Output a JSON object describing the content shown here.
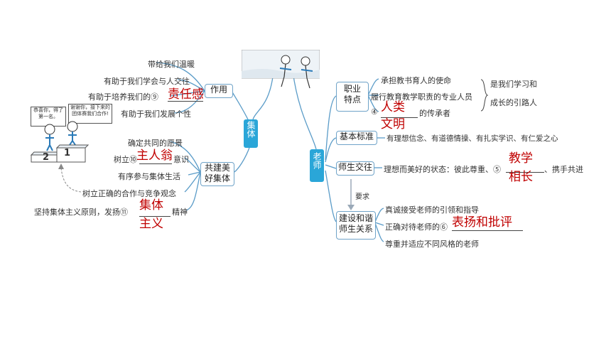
{
  "center_left": {
    "label": "集体"
  },
  "center_right": {
    "label": "老师"
  },
  "left": {
    "role": {
      "title": "作用",
      "items": [
        "带给我们温暖",
        "有助于我们学会与人交往",
        "有助于培养我们的⑨",
        "有助于我们发展个性"
      ],
      "answer9": "责任感"
    },
    "build": {
      "title_line1": "共建美",
      "title_line2": "好集体",
      "items": [
        "确定共同的愿景",
        "树立⑩",
        "意识",
        "有序参与集体生活",
        "树立正确的合作与竞争观念",
        "坚持集体主义原则，发扬⑪",
        "精神"
      ],
      "answer10": "主人翁",
      "answer11_line1": "集体",
      "answer11_line2": "主义"
    },
    "illustration": {
      "bubble_left": "恭喜你，得了第一名。",
      "bubble_right": "谢谢你，接下来的团体赛我们合作!",
      "podium_2": "2",
      "podium_1": "1"
    }
  },
  "right": {
    "career": {
      "title_line1": "职业",
      "title_line2": "特点",
      "items": [
        "承担教书育人的使命",
        "履行教育教学职责的专业人员",
        "④",
        "的传承者"
      ],
      "side_line1": "是我们学习和",
      "side_line2": "成长的引路人",
      "answer4_line1": "人类",
      "answer4_line2": "文明"
    },
    "standard": {
      "title": "基本标准",
      "item": "有理想信念、有道德情操、有扎实学识、有仁爱之心"
    },
    "interaction": {
      "title": "师生交往",
      "item": "理想而美好的状态：彼此尊重、⑤",
      "item_tail": "、携手共进",
      "answer5_line1": "教学",
      "answer5_line2": "相长"
    },
    "require_label": "要求",
    "relation": {
      "title_line1": "建设和谐",
      "title_line2": "师生关系",
      "items": [
        "真诚接受老师的引领和指导",
        "正确对待老师的⑥",
        "尊重并适应不同风格的老师"
      ],
      "answer6": "表扬和批评"
    }
  }
}
